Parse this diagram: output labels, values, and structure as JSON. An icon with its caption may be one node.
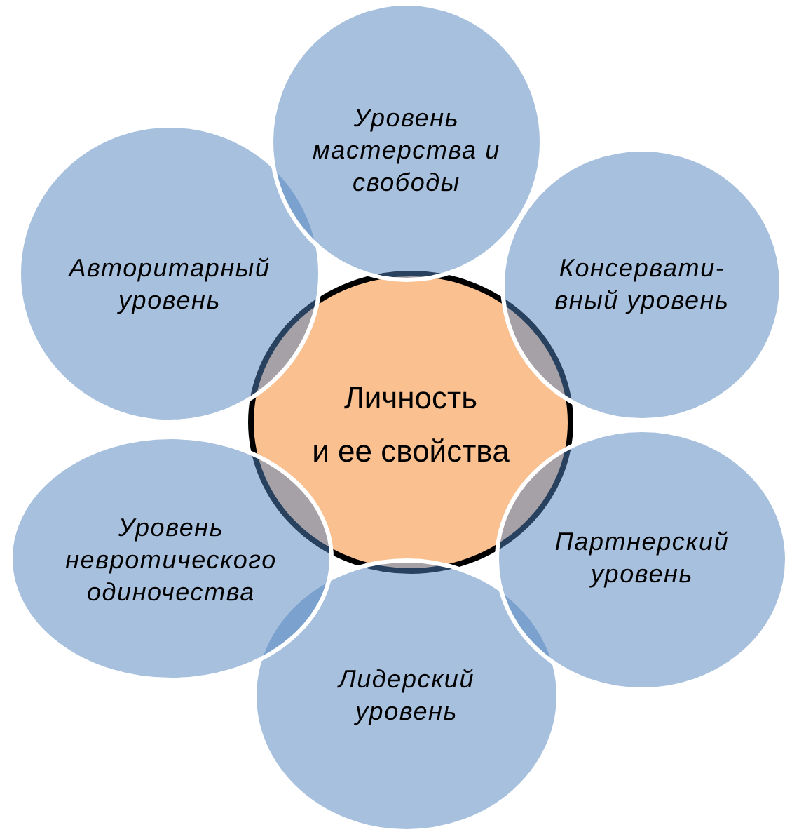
{
  "diagram": {
    "nodes": [
      {
        "text": [
          "Уровень мастерства и свободы"
        ]
      },
      {
        "text": [
          "Авторитарный уровень"
        ]
      },
      {
        "text": [
          "Консервати- вный уровень"
        ]
      },
      {
        "text": [
          "Личность и ее свойства"
        ]
      },
      {
        "text": [
          "Уровень невротического одиночества"
        ]
      },
      {
        "text": [
          "Партнерский уровень"
        ]
      },
      {
        "text": [
          "Лидерский уровень"
        ]
      }
    ]
  }
}
